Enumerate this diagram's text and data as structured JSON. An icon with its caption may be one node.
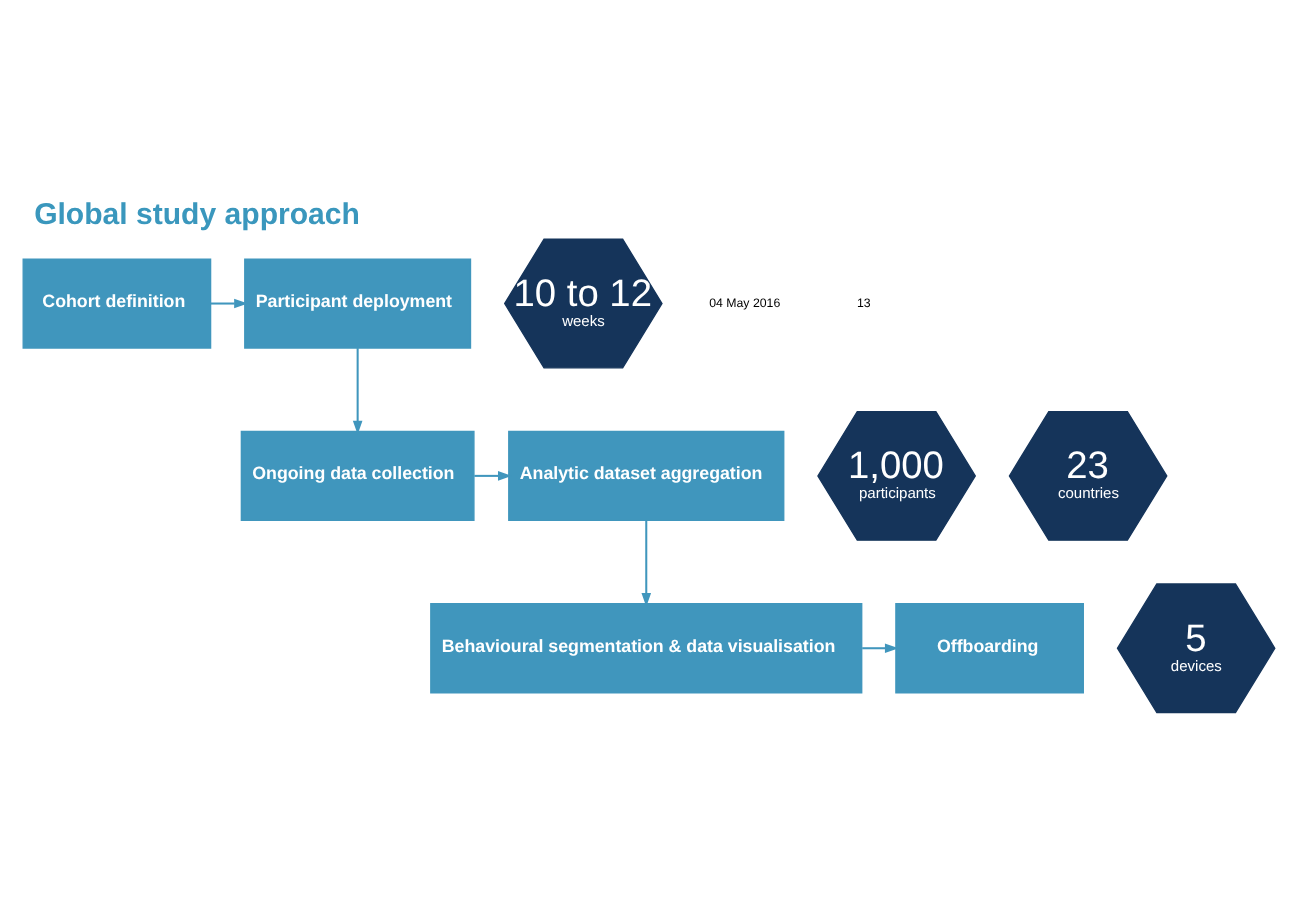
{
  "diagram": {
    "title": "Global study approach",
    "nodes": [
      {
        "text": [
          "Cohort definition"
        ]
      },
      {
        "text": [
          "Participant deployment"
        ]
      },
      {
        "text": [
          "Analytic dataset aggregation"
        ]
      },
      {
        "text": [
          "Ongoing data collection"
        ]
      },
      {
        "text": [
          "Behavioural segmentation & data visualisation"
        ]
      },
      {
        "text": [
          "Offboarding"
        ]
      },
      {
        "text": [
          "10 to 12",
          "weeks"
        ]
      },
      {
        "text": [
          "1,000",
          "participants"
        ]
      },
      {
        "text": [
          "23",
          "countries"
        ]
      },
      {
        "text": [
          "5",
          "devices"
        ]
      }
    ],
    "edges": [
      {
        "from": 0,
        "to": 1,
        "arrow": "to"
      },
      {
        "from": 1,
        "to": 3,
        "arrow": "to"
      },
      {
        "from": 3,
        "to": 2,
        "arrow": "to"
      },
      {
        "from": 2,
        "to": 4,
        "arrow": "to"
      },
      {
        "from": 4,
        "to": 5,
        "arrow": "to"
      }
    ],
    "labels": [
      "04 May 2016",
      "13"
    ]
  }
}
